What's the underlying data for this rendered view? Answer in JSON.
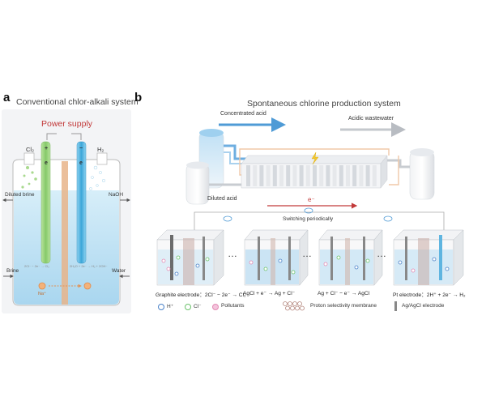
{
  "panel_a": {
    "letter": "a",
    "title": "Conventional chlor-alkali system",
    "power_supply": "Power supply",
    "anode_sign": "+",
    "cathode_sign": "−",
    "anode_e": "e",
    "cathode_e": "e",
    "cl2": "Cl₂",
    "h2": "H₂",
    "diluted_brine": "Diluted brine",
    "naoh": "NaOH",
    "brine": "Brine",
    "water": "Water",
    "na_plus": "Na⁺",
    "anode_reaction_faint": "2Cl⁻ − 2e⁻ → Cl₂",
    "cathode_reaction_faint": "2H₂O + 2e⁻ → H₂ + 2OH⁻"
  },
  "panel_b": {
    "letter": "b",
    "title": "Spontaneous chlorine production system",
    "concentrated_acid": "Concentrated acid",
    "acidic_wastewater": "Acidic wastewater",
    "diluted_acid": "Diluted acid",
    "electron": "e⁻",
    "switching": "Switching periodically",
    "dots": "…",
    "eq_graphite": "Graphite electrode：2Cl⁻ − 2e⁻ → Cl₂",
    "eq_agcl_red": "AgCl + e⁻ → Ag + Cl⁻",
    "eq_ag_ox": "Ag + Cl⁻ − e⁻ → AgCl",
    "eq_pt": "Pt electrode：2H⁺ + 2e⁻ → H₂"
  },
  "legend": {
    "h_plus": "H⁺",
    "cl_minus": "Cl⁻",
    "pollutants": "Pollutants",
    "membrane": "Proton selectivity membrane",
    "electrode": "Ag/AgCl electrode"
  },
  "colors": {
    "red_title": "#c23a3a",
    "blue_arrow": "#4f9bd6",
    "green_electrode": "#8fcf78",
    "blue_electrode": "#4fb3e0",
    "membrane": "#e8a878",
    "water": "#c6e4f4",
    "h_plus": "#4a82c8",
    "cl_minus": "#6cc26c",
    "pollutants": "#e28bb4"
  }
}
